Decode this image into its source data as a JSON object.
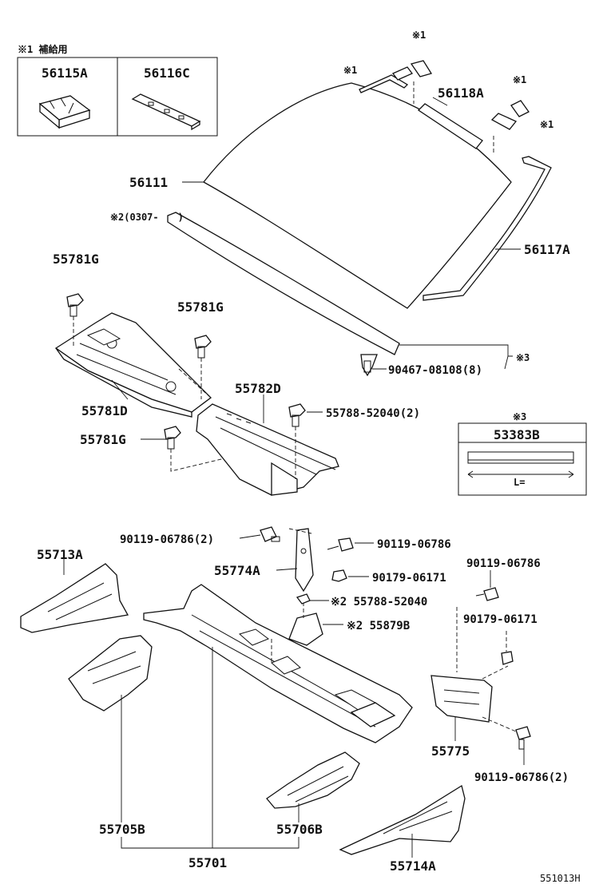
{
  "legend": {
    "note1": "※1 補給用",
    "parts": [
      "56115A",
      "56116C"
    ]
  },
  "note_dates": "※2(0307-　　)",
  "box53383": {
    "note": "※3",
    "part": "53383B",
    "length_label": "L="
  },
  "labels": {
    "n1_top": "※1",
    "n1_left": "※1",
    "n1_right_top": "※1",
    "n1_right": "※1",
    "p56118A": "56118A",
    "p56111": "56111",
    "p56117A": "56117A",
    "p55781G_a": "55781G",
    "p55781G_b": "55781G",
    "p55781G_c": "55781G",
    "p55781D": "55781D",
    "p55782D": "55782D",
    "p55788_52040_2": "55788-52040(2)",
    "p90467": "90467-08108(8)",
    "n3": "※3",
    "p90119_a": "90119-06786(2)",
    "p90119_b": "90119-06786",
    "p90119_c": "90119-06786",
    "p90119_d": "90119-06786(2)",
    "p90179_a": "90179-06171",
    "p90179_b": "90179-06171",
    "p55713A": "55713A",
    "p55774A": "55774A",
    "p55788_52040": "※2 55788-52040",
    "p55879B": "※2 55879B",
    "p55775": "55775",
    "p55705B": "55705B",
    "p55706B": "55706B",
    "p55701": "55701",
    "p55714A": "55714A",
    "diagram_id": "551013H"
  }
}
